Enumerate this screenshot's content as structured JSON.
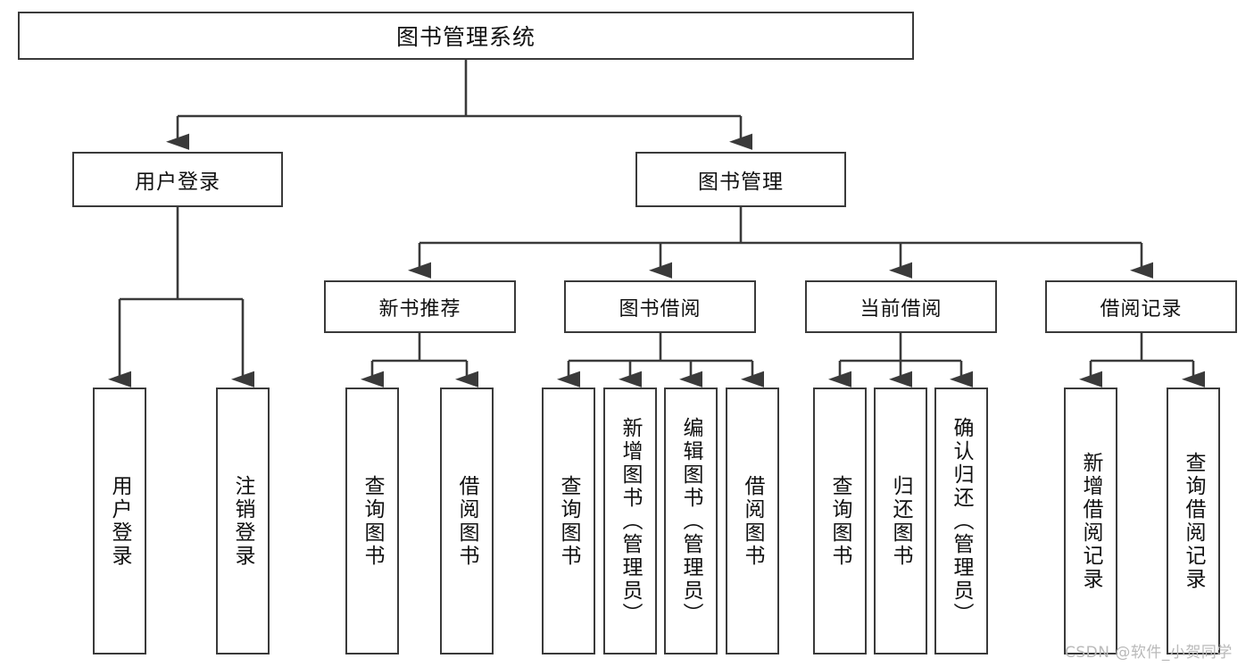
{
  "diagram": {
    "type": "tree",
    "title": "图书管理系统",
    "orientation": "top-down",
    "colors": {
      "node_border": "#3a3a3a",
      "node_fill": "#ffffff",
      "edge": "#3a3a3a",
      "text": "#111111",
      "watermark": "#b9b9b9",
      "background": "#ffffff"
    },
    "nodes": {
      "root": {
        "label": "图书管理系统"
      },
      "level1": [
        {
          "id": "user_login",
          "label": "用户登录"
        },
        {
          "id": "book_manage",
          "label": "图书管理"
        }
      ],
      "level2": [
        {
          "id": "new_book_rec",
          "label": "新书推荐",
          "parent": "book_manage"
        },
        {
          "id": "book_borrow",
          "label": "图书借阅",
          "parent": "book_manage"
        },
        {
          "id": "current_borrow",
          "label": "当前借阅",
          "parent": "book_manage"
        },
        {
          "id": "borrow_record",
          "label": "借阅记录",
          "parent": "book_manage"
        }
      ],
      "leaves": [
        {
          "id": "leaf_user_login",
          "label": "用户登录",
          "parent": "user_login"
        },
        {
          "id": "leaf_user_logout",
          "label": "注销登录",
          "parent": "user_login"
        },
        {
          "id": "leaf_rec_query",
          "label": "查询图书",
          "parent": "new_book_rec"
        },
        {
          "id": "leaf_rec_borrow",
          "label": "借阅图书",
          "parent": "new_book_rec"
        },
        {
          "id": "leaf_borrow_query",
          "label": "查询图书",
          "parent": "book_borrow"
        },
        {
          "id": "leaf_borrow_add",
          "label": "新增图书（管理员）",
          "parent": "book_borrow"
        },
        {
          "id": "leaf_borrow_edit",
          "label": "编辑图书（管理员）",
          "parent": "book_borrow"
        },
        {
          "id": "leaf_borrow_do",
          "label": "借阅图书",
          "parent": "book_borrow"
        },
        {
          "id": "leaf_cur_query",
          "label": "查询图书",
          "parent": "current_borrow"
        },
        {
          "id": "leaf_cur_return",
          "label": "归还图书",
          "parent": "current_borrow"
        },
        {
          "id": "leaf_cur_confirm",
          "label": "确认归还（管理员）",
          "parent": "current_borrow"
        },
        {
          "id": "leaf_rec_add",
          "label": "新增借阅记录",
          "parent": "borrow_record"
        },
        {
          "id": "leaf_rec_search",
          "label": "查询借阅记录",
          "parent": "borrow_record"
        }
      ]
    }
  },
  "watermark": {
    "text": "CSDN @软件_小贺同学"
  }
}
